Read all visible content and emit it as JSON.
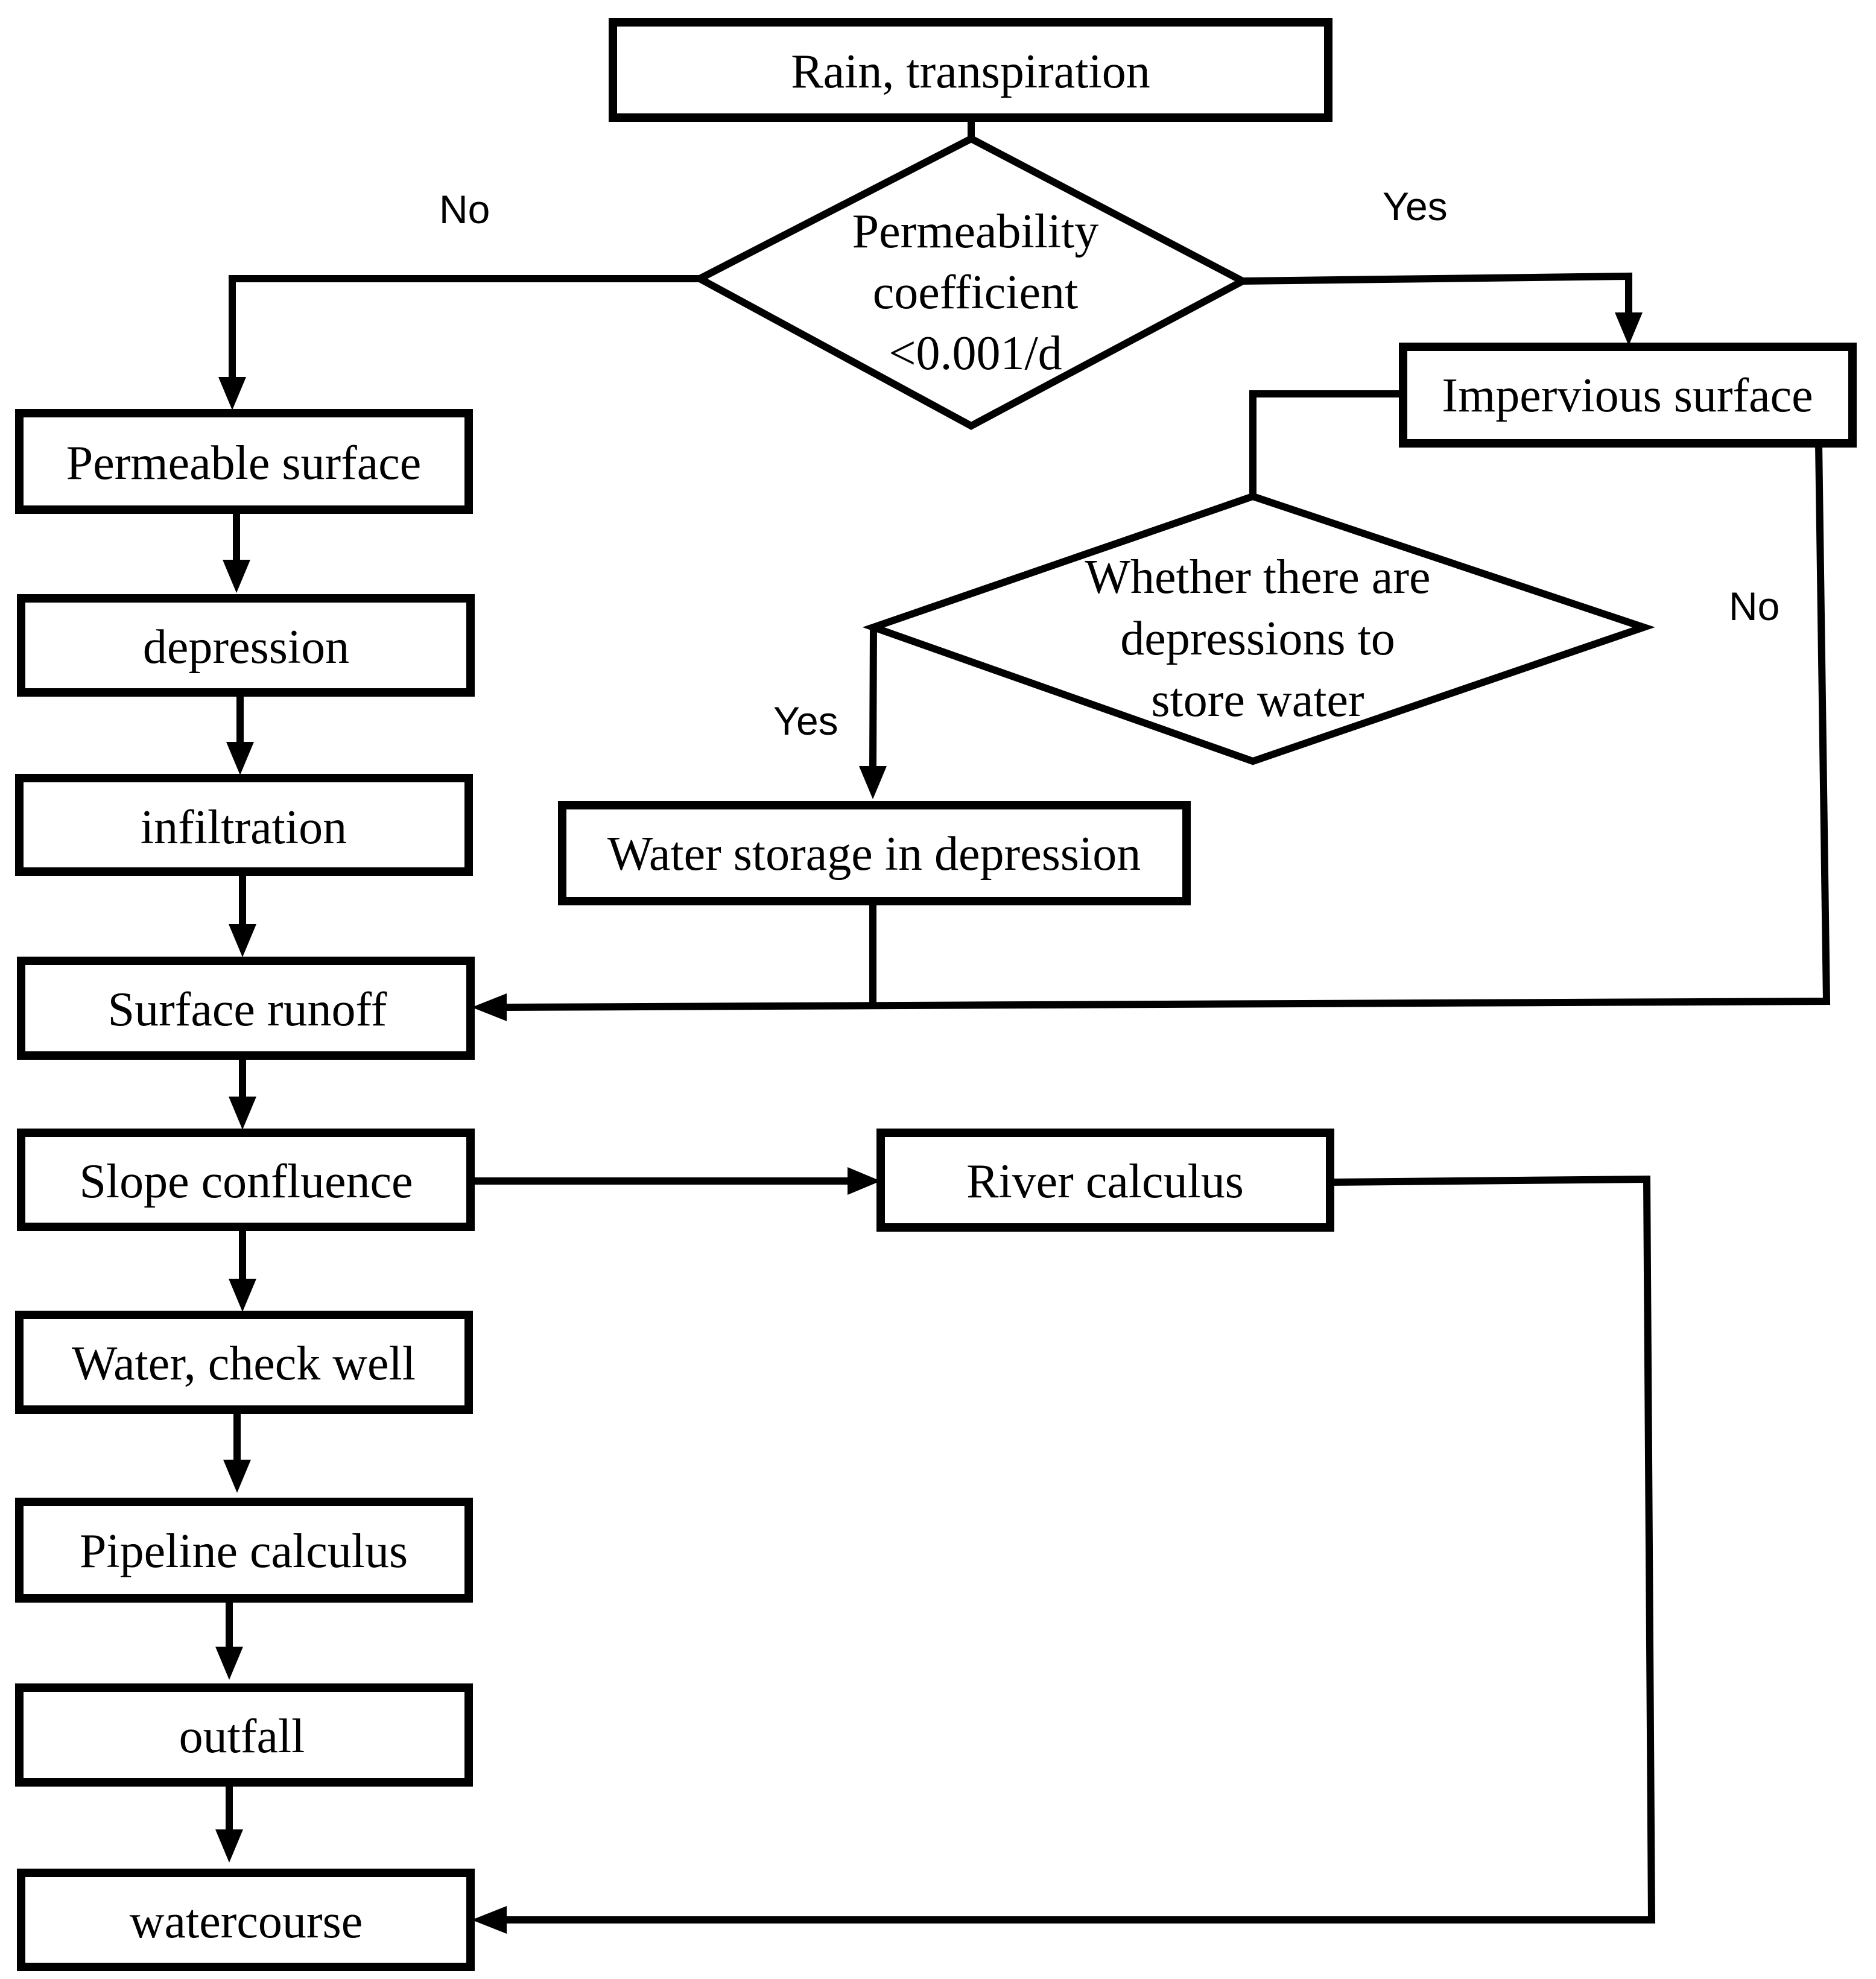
{
  "diagram": {
    "colors": {
      "stroke": "#000000",
      "background": "#ffffff",
      "text": "#000000"
    },
    "nodes": {
      "rain": "Rain, transpiration",
      "permeability_decision": [
        "Permeability",
        "coefficient",
        "<0.001/d"
      ],
      "permeable_surface": "Permeable surface",
      "impervious_surface": "Impervious surface",
      "depression": "depression",
      "depression_decision": [
        "Whether there are",
        "depressions to",
        "store water"
      ],
      "infiltration": "infiltration",
      "water_storage": "Water storage in depression",
      "surface_runoff": "Surface runoff",
      "slope_confluence": "Slope confluence",
      "river_calculus": "River calculus",
      "check_well": "Water, check well",
      "pipeline_calculus": "Pipeline calculus",
      "outfall": "outfall",
      "watercourse": "watercourse"
    },
    "edge_labels": {
      "permeability_no": "No",
      "permeability_yes": "Yes",
      "depression_yes": "Yes",
      "depression_no": "No"
    }
  }
}
